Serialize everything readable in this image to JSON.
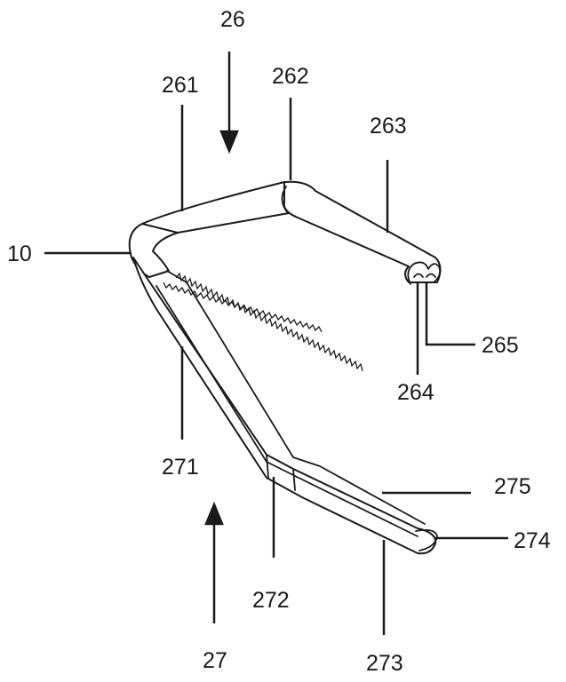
{
  "labels": {
    "l26": "26",
    "l261": "261",
    "l262": "262",
    "l263": "263",
    "l10": "10",
    "l264": "264",
    "l265": "265",
    "l271": "271",
    "l272": "272",
    "l273": "273",
    "l27": "27",
    "l274": "274",
    "l275": "275"
  }
}
